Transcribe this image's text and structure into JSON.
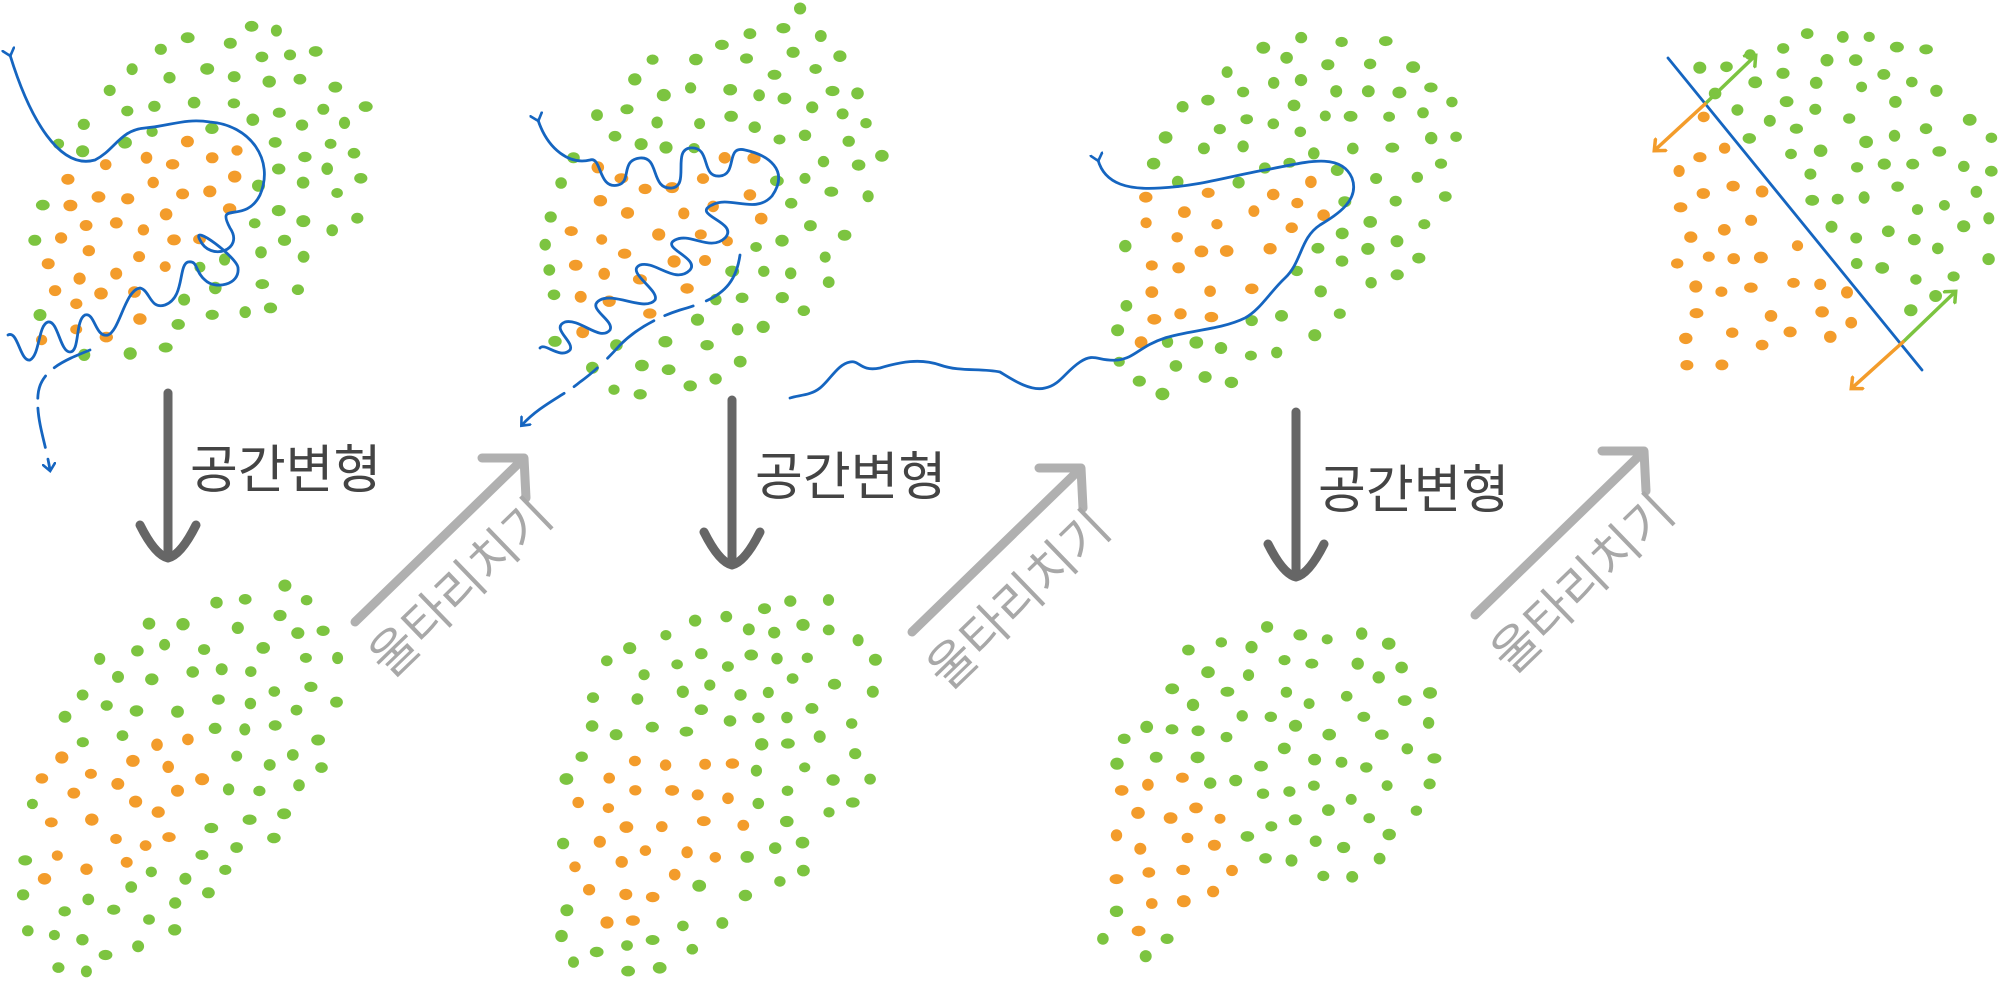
{
  "labels": {
    "transform": "공간변형",
    "fence": "울타리치기"
  },
  "colors": {
    "class_a": "#7cc440",
    "class_b": "#f39c2b",
    "boundary": "#1565c0",
    "transform_arrow": "#666666",
    "fence_arrow": "#b0b0b0"
  },
  "stages": [
    {
      "name": "original-space",
      "boundary": "highly-wiggly"
    },
    {
      "name": "transformed-space-1",
      "boundary": "wiggly"
    },
    {
      "name": "transformed-space-2",
      "boundary": "smooth-curve"
    },
    {
      "name": "transformed-space-3",
      "boundary": "straight-line"
    }
  ]
}
